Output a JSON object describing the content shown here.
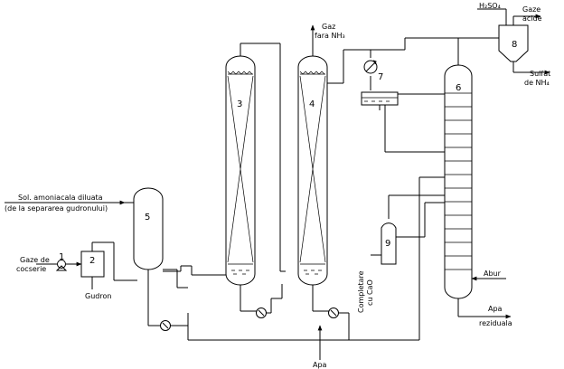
{
  "labels": {
    "ammonia_feed_1": "Sol. amoniacala diluata",
    "ammonia_feed_2": "(de la separarea gudronului)",
    "coke_gas_1": "Gaze de",
    "coke_gas_2": "cocserie",
    "tar": "Gudron",
    "gas_no_nh3_1": "Gaz",
    "gas_no_nh3_2": "fara NH₃",
    "acid_in": "H₂SO₄",
    "acid_gases_1": "Gaze",
    "acid_gases_2": "acide",
    "sulfate_1": "Sulfat",
    "sulfate_2": "de NH₄",
    "steam": "Abur",
    "residual_water_1": "Apa",
    "residual_water_2": "reziduala",
    "water": "Apa",
    "lime_1": "Completare",
    "lime_2": "cu CaO"
  },
  "units": [
    "1",
    "2",
    "3",
    "4",
    "5",
    "6",
    "7",
    "8",
    "9"
  ]
}
